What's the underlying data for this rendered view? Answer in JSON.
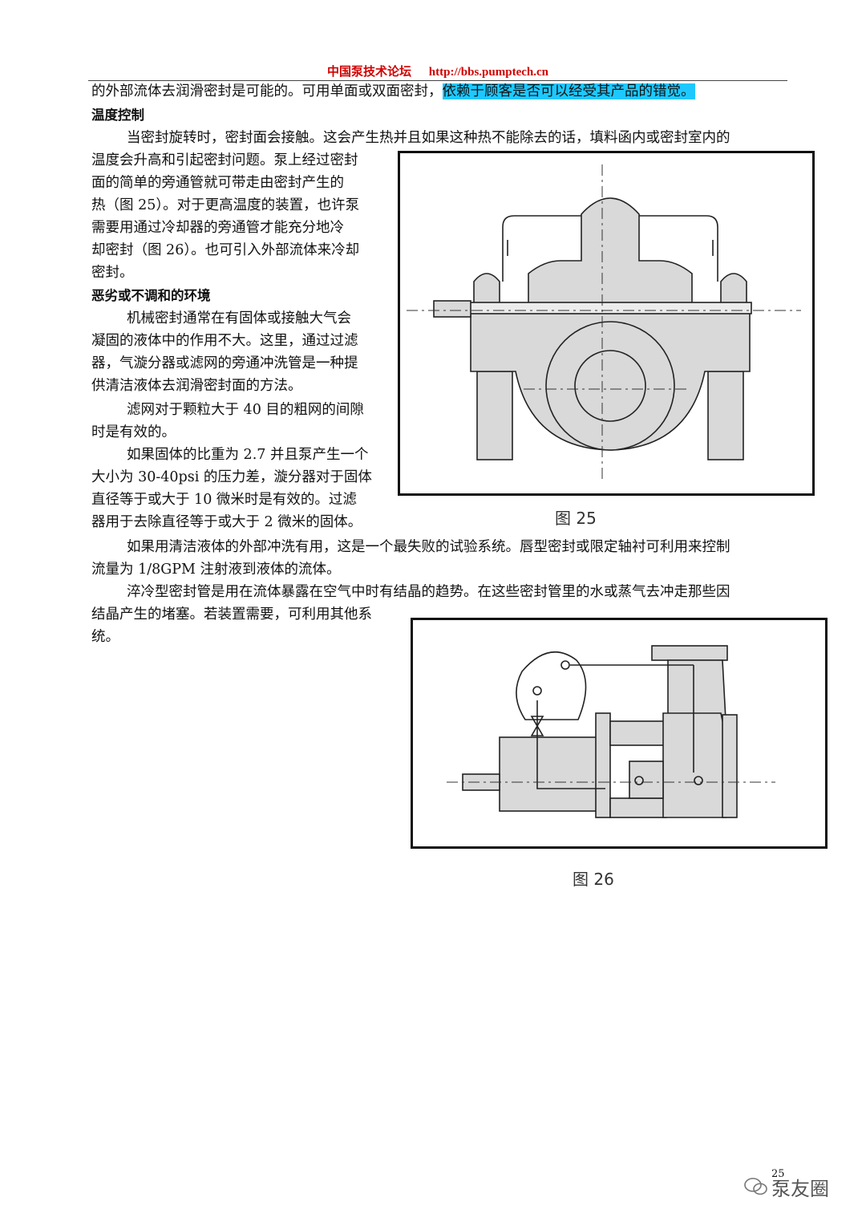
{
  "header": {
    "site": "中国泵技术论坛",
    "url": "http://bbs.pumptech.cn"
  },
  "body": {
    "line1_normal": "的外部流体去润滑密封是可能的。可用单面或双面密封，",
    "line1_highlight": "依赖于顾客是否可以经受其产品的错觉。",
    "heading_temp": "温度控制",
    "p_temp": [
      "当密封旋转时，密封面会接触。这会产生热并且如果这种热不能除去的话，填料函内或密封室内的",
      "温度会升高和引起密封问题。泵上经过密封",
      "面的简单的旁通管就可带走由密封产生的",
      "热（图 25）。对于更高温度的装置，也许泵",
      "需要用通过冷却器的旁通管才能充分地冷",
      "却密封（图 26）。也可引入外部流体来冷却",
      "密封。"
    ],
    "heading_env": "恶劣或不调和的环境",
    "p_env": [
      "机械密封通常在有固体或接触大气会",
      "凝固的液体中的作用不大。这里，通过过滤",
      "器，气漩分器或滤网的旁通冲洗管是一种提",
      "供清洁液体去润滑密封面的方法。"
    ],
    "p_screen": [
      "滤网对于颗粒大于 40 目的粗网的间隙",
      "时是有效的。"
    ],
    "p_solid": [
      "如果固体的比重为 2.7 并且泵产生一个",
      "大小为 30-40psi 的压力差，漩分器对于固体",
      "直径等于或大于 10 微米时是有效的。过滤",
      "器用于去除直径等于或大于 2 微米的固体。"
    ],
    "p_flush": [
      "如果用清洁液体的外部冲洗有用，这是一个最失败的试验系统。唇型密封或限定轴衬可利用来控制",
      "流量为 1/8GPM 注射液到液体的流体。"
    ],
    "p_quench": [
      "淬冷型密封管是用在流体暴露在空气中时有结晶的趋势。在这些密封管里的水或蒸气去冲走那些因",
      "结晶产生的堵塞。若装置需要，可利用其他系",
      "统。"
    ]
  },
  "figures": {
    "fig25_caption": "图 25",
    "fig26_caption": "图 26"
  },
  "footer": {
    "page_number": "25",
    "watermark": "泵友圈"
  },
  "colors": {
    "highlight": "#1ec8ff",
    "header_text": "#d00000",
    "figure_fill": "#d9d9d9"
  }
}
